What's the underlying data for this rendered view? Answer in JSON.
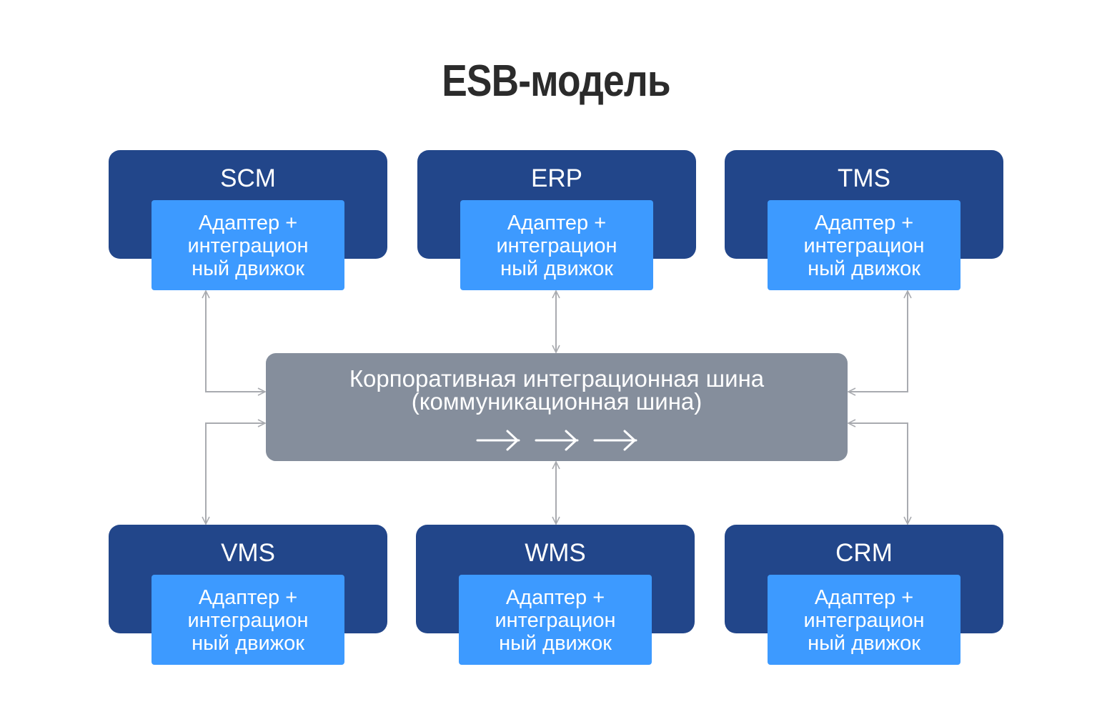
{
  "title": "ESB-модель",
  "colors": {
    "system_box": "#22468a",
    "adapter_box": "#3d9aff",
    "bus_box": "#858e9c",
    "connector": "#a9abb0",
    "title_text": "#2b2b2b"
  },
  "bus": {
    "label_line1": "Корпоративная интеграционная шина",
    "label_line2": "(коммуникационная шина)",
    "flow_arrows": [
      "arrow-right-icon",
      "arrow-right-icon",
      "arrow-right-icon"
    ]
  },
  "systems": [
    {
      "name": "SCM",
      "adapter": "Адаптер + интеграционный движок",
      "row": "top"
    },
    {
      "name": "ERP",
      "adapter": "Адаптер + интеграционный движок",
      "row": "top"
    },
    {
      "name": "TMS",
      "adapter": "Адаптер + интеграционный движок",
      "row": "top"
    },
    {
      "name": "VMS",
      "adapter": "Адаптер + интеграционный движок",
      "row": "bottom"
    },
    {
      "name": "WMS",
      "adapter": "Адаптер + интеграционный движок",
      "row": "bottom"
    },
    {
      "name": "CRM",
      "adapter": "Адаптер + интеграционный движок",
      "row": "bottom"
    }
  ],
  "adapter_lines": [
    "Адаптер +",
    "интеграцион",
    "ный движок"
  ],
  "connections": [
    {
      "from": "SCM",
      "to": "bus",
      "bidirectional": true
    },
    {
      "from": "ERP",
      "to": "bus",
      "bidirectional": true
    },
    {
      "from": "TMS",
      "to": "bus",
      "bidirectional": true
    },
    {
      "from": "VMS",
      "to": "bus",
      "bidirectional": true
    },
    {
      "from": "WMS",
      "to": "bus",
      "bidirectional": true
    },
    {
      "from": "CRM",
      "to": "bus",
      "bidirectional": true
    }
  ]
}
